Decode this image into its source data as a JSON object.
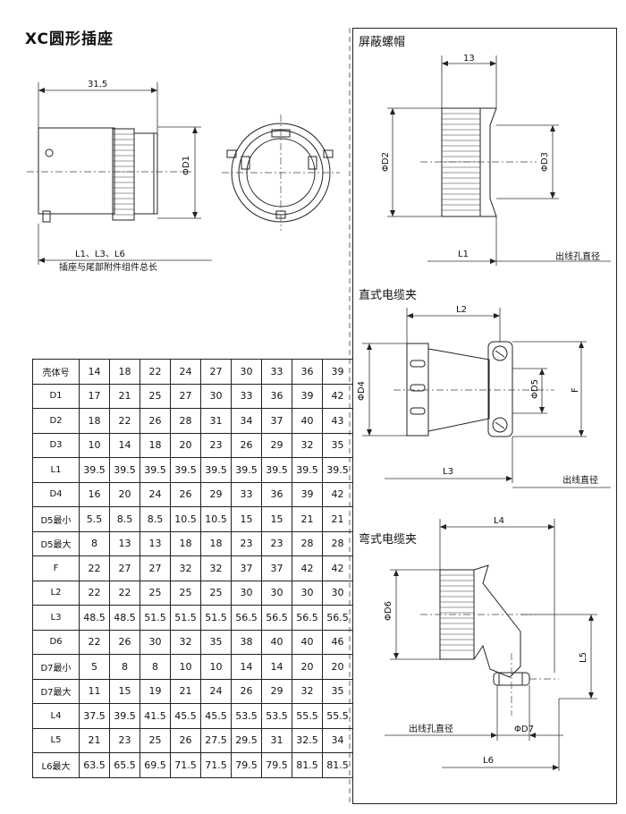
{
  "title": "XC圆形插座",
  "left_drawing": {
    "dim_length": "31.5",
    "dim_diameter": "ΦD1",
    "note_line1": "L1、L3、L6",
    "note_line2": "插座与尾部附件组件总长"
  },
  "sections": {
    "shield_nut": {
      "title": "屏蔽螺帽",
      "dim_top": "13",
      "d2": "ΦD2",
      "d3": "ΦD3",
      "l1": "L1",
      "exit": "出线孔直径"
    },
    "straight_clamp": {
      "title": "直式电缆夹",
      "l2": "L2",
      "d4": "ΦD4",
      "d5": "ΦD5",
      "f": "F",
      "l3": "L3",
      "exit": "出线直径"
    },
    "angled_clamp": {
      "title": "弯式电缆夹",
      "l4": "L4",
      "d6": "ΦD6",
      "l5": "L5",
      "exit": "出线孔直径",
      "d7": "ΦD7",
      "l6": "L6"
    }
  },
  "table": {
    "rows": [
      {
        "label": "壳体号",
        "values": [
          "14",
          "18",
          "22",
          "24",
          "27",
          "30",
          "33",
          "36",
          "39"
        ]
      },
      {
        "label": "D1",
        "values": [
          "17",
          "21",
          "25",
          "27",
          "30",
          "33",
          "36",
          "39",
          "42"
        ]
      },
      {
        "label": "D2",
        "values": [
          "18",
          "22",
          "26",
          "28",
          "31",
          "34",
          "37",
          "40",
          "43"
        ]
      },
      {
        "label": "D3",
        "values": [
          "10",
          "14",
          "18",
          "20",
          "23",
          "26",
          "29",
          "32",
          "35"
        ]
      },
      {
        "label": "L1",
        "values": [
          "39.5",
          "39.5",
          "39.5",
          "39.5",
          "39.5",
          "39.5",
          "39.5",
          "39.5",
          "39.5"
        ]
      },
      {
        "label": "D4",
        "values": [
          "16",
          "20",
          "24",
          "26",
          "29",
          "33",
          "36",
          "39",
          "42"
        ]
      },
      {
        "label": "D5最小",
        "values": [
          "5.5",
          "8.5",
          "8.5",
          "10.5",
          "10.5",
          "15",
          "15",
          "21",
          "21"
        ]
      },
      {
        "label": "D5最大",
        "values": [
          "8",
          "13",
          "13",
          "18",
          "18",
          "23",
          "23",
          "28",
          "28"
        ]
      },
      {
        "label": "F",
        "values": [
          "22",
          "27",
          "27",
          "32",
          "32",
          "37",
          "37",
          "42",
          "42"
        ]
      },
      {
        "label": "L2",
        "values": [
          "22",
          "22",
          "25",
          "25",
          "25",
          "30",
          "30",
          "30",
          "30"
        ]
      },
      {
        "label": "L3",
        "values": [
          "48.5",
          "48.5",
          "51.5",
          "51.5",
          "51.5",
          "56.5",
          "56.5",
          "56.5",
          "56.5"
        ]
      },
      {
        "label": "D6",
        "values": [
          "22",
          "26",
          "30",
          "32",
          "35",
          "38",
          "40",
          "40",
          "46"
        ]
      },
      {
        "label": "D7最小",
        "values": [
          "5",
          "8",
          "8",
          "10",
          "10",
          "14",
          "14",
          "20",
          "20"
        ]
      },
      {
        "label": "D7最大",
        "values": [
          "11",
          "15",
          "19",
          "21",
          "24",
          "26",
          "29",
          "32",
          "35"
        ]
      },
      {
        "label": "L4",
        "values": [
          "37.5",
          "39.5",
          "41.5",
          "45.5",
          "45.5",
          "53.5",
          "53.5",
          "55.5",
          "55.5"
        ]
      },
      {
        "label": "L5",
        "values": [
          "21",
          "23",
          "25",
          "26",
          "27.5",
          "29.5",
          "31",
          "32.5",
          "34"
        ]
      },
      {
        "label": "L6最大",
        "values": [
          "63.5",
          "65.5",
          "69.5",
          "71.5",
          "71.5",
          "79.5",
          "79.5",
          "81.5",
          "81.5"
        ]
      }
    ]
  }
}
